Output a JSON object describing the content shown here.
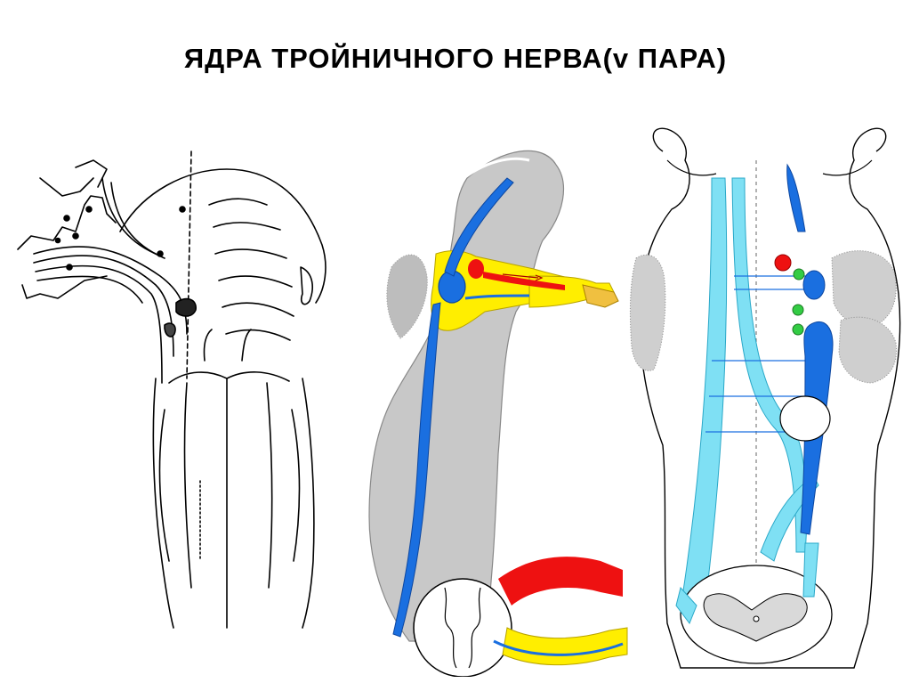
{
  "slide": {
    "title": "ЯДРА ТРОЙНИЧНОГО НЕРВА(v ПАРА)"
  },
  "figures": [
    {
      "id": "brainstem-sketch",
      "style": "black line drawing"
    },
    {
      "id": "brainstem-sagittal",
      "style": "gray, blue, yellow, red color fill"
    },
    {
      "id": "brainstem-dorsal",
      "style": "light blue tracts, blue nuclei"
    }
  ],
  "colors": {
    "background": "#ffffff",
    "title_text": "#000000",
    "line": "#000000",
    "gray_fill": "#c8c8c8",
    "nucleus_blue": "#1a6fe0",
    "tract_light_blue": "#7fe0f4",
    "ganglion_yellow": "#ffee00",
    "motor_red": "#ee1111",
    "green_nucleus": "#33cc44",
    "stipple_gray": "#cfcfcf"
  }
}
